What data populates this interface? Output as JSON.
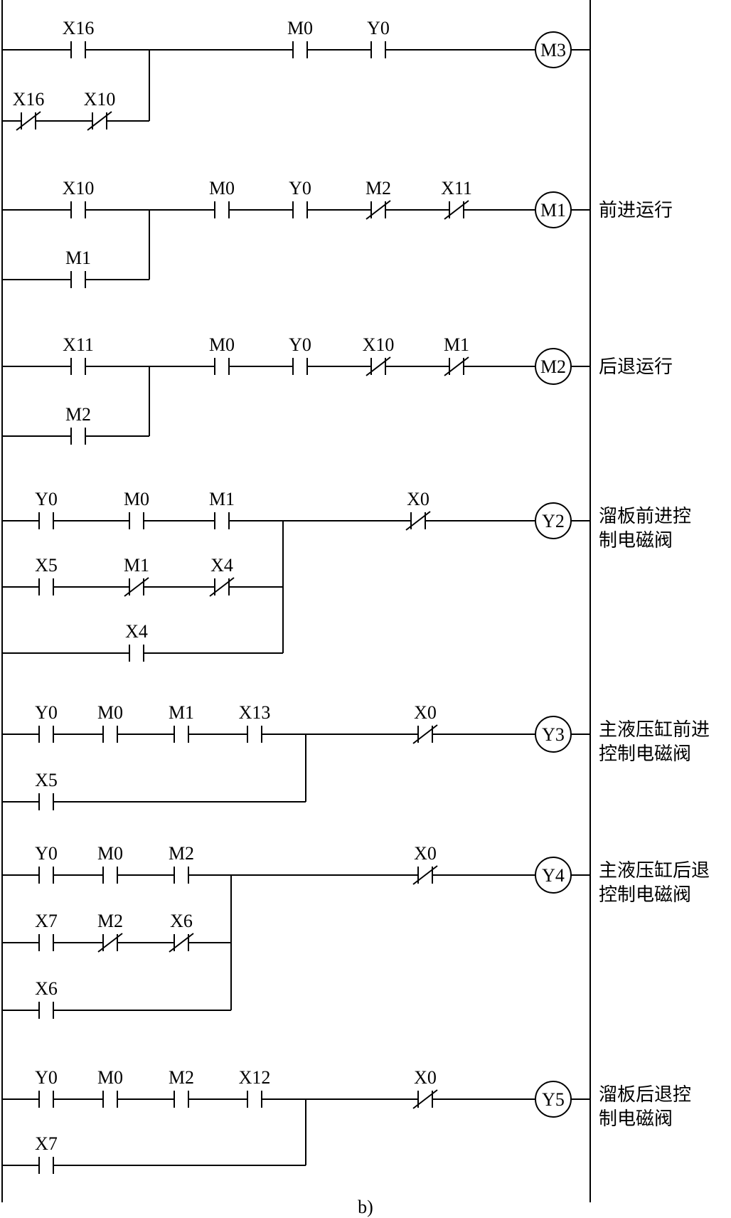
{
  "caption": "b)",
  "rungs": [
    {
      "coil": "M3",
      "note": [],
      "branches": [
        [
          {
            "name": "X16",
            "type": "NO"
          }
        ],
        [
          {
            "name": "X16",
            "type": "NC"
          },
          {
            "name": "X10",
            "type": "NC"
          }
        ]
      ],
      "series": [
        {
          "name": "M0",
          "type": "NO"
        },
        {
          "name": "Y0",
          "type": "NO"
        }
      ]
    },
    {
      "coil": "M1",
      "note": [
        "前进运行"
      ],
      "branches": [
        [
          {
            "name": "X10",
            "type": "NO"
          }
        ],
        [
          {
            "name": "M1",
            "type": "NO"
          }
        ]
      ],
      "series": [
        {
          "name": "M0",
          "type": "NO"
        },
        {
          "name": "Y0",
          "type": "NO"
        },
        {
          "name": "M2",
          "type": "NC"
        },
        {
          "name": "X11",
          "type": "NC"
        }
      ]
    },
    {
      "coil": "M2",
      "note": [
        "后退运行"
      ],
      "branches": [
        [
          {
            "name": "X11",
            "type": "NO"
          }
        ],
        [
          {
            "name": "M2",
            "type": "NO"
          }
        ]
      ],
      "series": [
        {
          "name": "M0",
          "type": "NO"
        },
        {
          "name": "Y0",
          "type": "NO"
        },
        {
          "name": "X10",
          "type": "NC"
        },
        {
          "name": "M1",
          "type": "NC"
        }
      ]
    },
    {
      "coil": "Y2",
      "note": [
        "溜板前进控",
        "制电磁阀"
      ],
      "branches": [
        [
          {
            "name": "Y0",
            "type": "NO"
          },
          {
            "name": "M0",
            "type": "NO"
          },
          {
            "name": "M1",
            "type": "NO"
          }
        ],
        [
          {
            "name": "X5",
            "type": "NO"
          },
          {
            "name": "M1",
            "type": "NC"
          },
          {
            "name": "X4",
            "type": "NC"
          }
        ],
        [
          {
            "name": "X4",
            "type": "NO"
          }
        ]
      ],
      "series": [
        {
          "name": "X0",
          "type": "NC"
        }
      ]
    },
    {
      "coil": "Y3",
      "note": [
        "主液压缸前进",
        "控制电磁阀"
      ],
      "branches": [
        [
          {
            "name": "Y0",
            "type": "NO"
          },
          {
            "name": "M0",
            "type": "NO"
          },
          {
            "name": "M1",
            "type": "NO"
          },
          {
            "name": "X13",
            "type": "NO"
          }
        ],
        [
          {
            "name": "X5",
            "type": "NO"
          }
        ]
      ],
      "series": [
        {
          "name": "X0",
          "type": "NC"
        }
      ]
    },
    {
      "coil": "Y4",
      "note": [
        "主液压缸后退",
        "控制电磁阀"
      ],
      "branches": [
        [
          {
            "name": "Y0",
            "type": "NO"
          },
          {
            "name": "M0",
            "type": "NO"
          },
          {
            "name": "M2",
            "type": "NO"
          }
        ],
        [
          {
            "name": "X7",
            "type": "NO"
          },
          {
            "name": "M2",
            "type": "NC"
          },
          {
            "name": "X6",
            "type": "NC"
          }
        ],
        [
          {
            "name": "X6",
            "type": "NO"
          }
        ]
      ],
      "series": [
        {
          "name": "X0",
          "type": "NC"
        }
      ]
    },
    {
      "coil": "Y5",
      "note": [
        "溜板后退控",
        "制电磁阀"
      ],
      "branches": [
        [
          {
            "name": "Y0",
            "type": "NO"
          },
          {
            "name": "M0",
            "type": "NO"
          },
          {
            "name": "M2",
            "type": "NO"
          },
          {
            "name": "X12",
            "type": "NO"
          }
        ],
        [
          {
            "name": "X7",
            "type": "NO"
          }
        ]
      ],
      "series": [
        {
          "name": "X0",
          "type": "NC"
        }
      ]
    }
  ]
}
